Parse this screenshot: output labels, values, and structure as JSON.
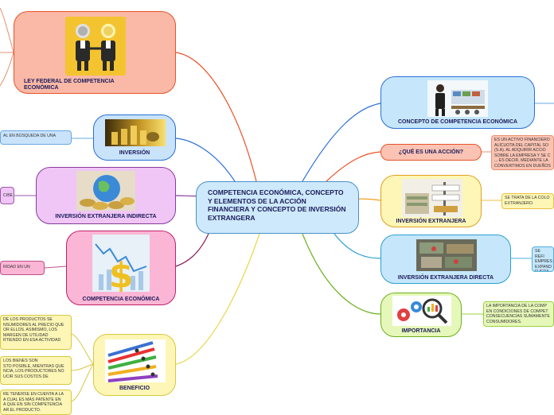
{
  "center": {
    "title": "COMPETENCIA ECONÓMICA, CONCEPTO Y ELEMENTOS DE LA ACCIÓN FINANCIERA Y CONCEPTO DE INVERSIÓN EXTRANGERA"
  },
  "nodes": {
    "ley_federal": "LEY FEDERAL DE COMPETENCIA ECONÓMICA",
    "inversion": "INVERSIÓN",
    "inversion_indirecta": "INVERSIÓN EXTRANJERA INDIRECTA",
    "competencia": "COMPETENCIA ECONÓMICA",
    "beneficio": "BENEFICIO",
    "concepto": "CONCEPTO DE COMPETENCIA ECONÓMICA",
    "accion": "¿QUÉ ES UNA ACCIÓN?",
    "inversion_extranjera": "INVERSIÓN EXTRANJERA",
    "inversion_directa": "INVERSIÓN EXTRANJERA DIRECTA",
    "importancia": "IMPORTANCIA"
  },
  "notes": {
    "inversion": "AL EN BÚSQUEDA DE UNA",
    "indirecta": "CIBE",
    "competencia": "RIDAD EN UN",
    "beneficio_1": "DE LOS PRODUCTOS SE\nNSUMIDORES AL PRECIO QUE\nOR ELLOS. ASIMISMO, LOS\nMARGEN DE UTILIDAD\nRTIENDO EN ESA ACTIVIDAD",
    "beneficio_2": "LOS BIENES SON\nSTO POSIBLE, MIENTRAS QUE\nNCIA, LOS PRODUCTORES NO\nUCIR SUS COSTOS DE",
    "beneficio_3": "RE TENERSE EN CUENTA A LA\nA CUAL ES MÁS PATENTE EN\nA QUE EN SIN COMPETENCIA\nAR EL PRODUCTO.",
    "accion": "ES UN ACTIVO FINANCIERO\nALÍCUOTA DEL CAPITAL SO\n(S.A). AL ADQUIRIR ACCIO\nSOBRE LA EMPRESA Y SE C\n... ES DECIR, MEDIANTE LA\nCONVERTIMOS EN DUEÑOS",
    "inversion_extranjera": "SE TRATA DE LA COLO\nEXTRANJERO.",
    "inversion_directa": "SE REFI\nEMPRES\nEXPAND\nFUERA D",
    "importancia": "LA IMPORTANCIA DE LA COMP\nEN CONDICIONES DE COMPET\nCONSECUENCIAS SUMAMENTE\nCONSUMIDORES."
  },
  "colors": {
    "ley_federal": "#f9b9a6",
    "inversion": "#c9e3fb",
    "inversion_indirecta": "#efc6f6",
    "competencia": "#fbb6d5",
    "beneficio": "#fdf6b6",
    "concepto": "#c6e6fb",
    "accion": "#fbc3b3",
    "inversion_extranjera": "#fdf6b6",
    "inversion_directa": "#c6e6fb",
    "importancia": "#e6f8b9"
  }
}
